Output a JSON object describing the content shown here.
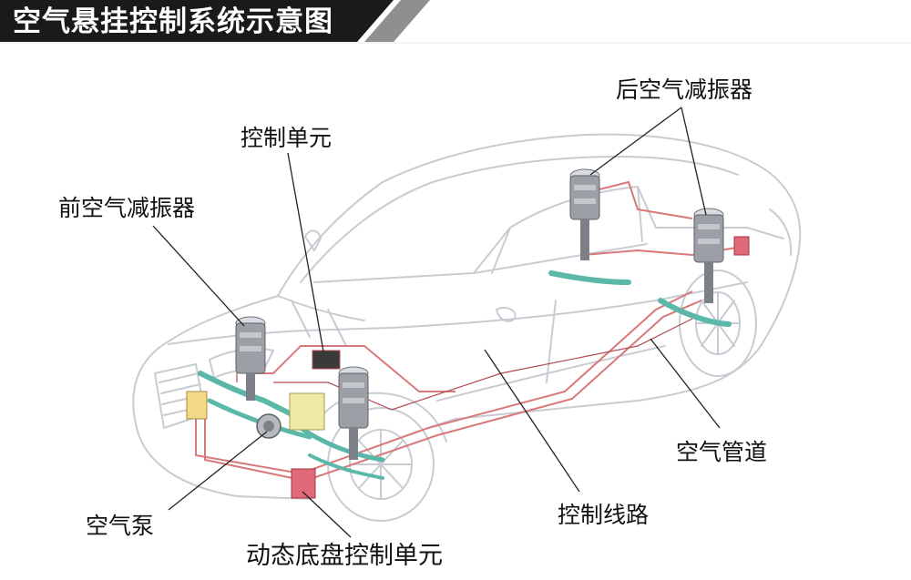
{
  "title": "空气悬挂控制系统示意图",
  "labels": {
    "rear_shock": "后空气减振器",
    "control_unit": "控制单元",
    "front_shock": "前空气减振器",
    "air_line": "空气管道",
    "air_pump": "空气泵",
    "control_wiring": "控制线路",
    "dynamic_chassis_unit": "动态底盘控制单元"
  },
  "colors": {
    "title_bg": "#1a1a1a",
    "title_accent": "#9a9a9a",
    "car_outline": "#c8ccd2",
    "air_line": "#d9787a",
    "suspension": "#5bb8a8",
    "shock_body": "#8a8e94",
    "leader_line": "#222222"
  }
}
